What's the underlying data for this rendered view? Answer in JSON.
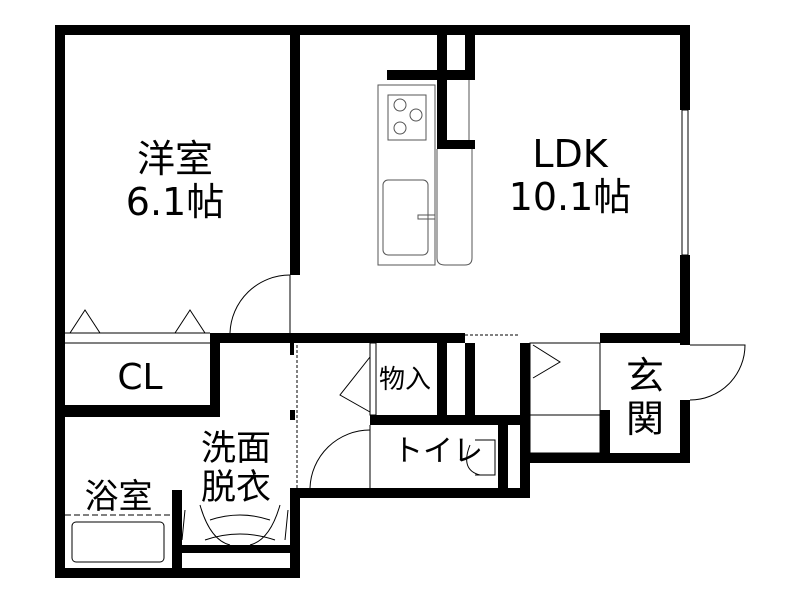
{
  "rooms": {
    "western_room": {
      "name": "洋室",
      "size": "6.1帖"
    },
    "ldk": {
      "name": "LDK",
      "size": "10.1帖"
    },
    "closet": {
      "name": "CL"
    },
    "storage": {
      "name": "物入"
    },
    "toilet": {
      "name": "トイレ"
    },
    "entrance": {
      "line1": "玄",
      "line2": "関"
    },
    "washroom": {
      "line1": "洗面",
      "line2": "脱衣"
    },
    "bathroom": {
      "name": "浴室"
    }
  },
  "colors": {
    "wall": "#000000",
    "background": "#ffffff",
    "fixture": "#555555"
  }
}
